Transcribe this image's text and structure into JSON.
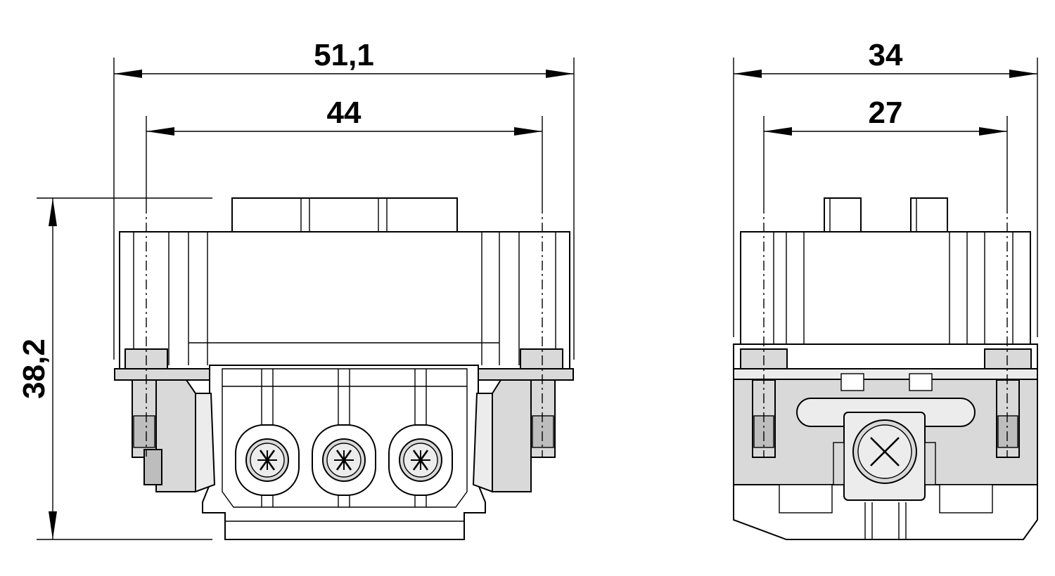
{
  "front_view": {
    "overall_width": "51,1",
    "inner_width": "44",
    "height": "38,2"
  },
  "side_view": {
    "overall_width": "34",
    "inner_width": "27"
  }
}
